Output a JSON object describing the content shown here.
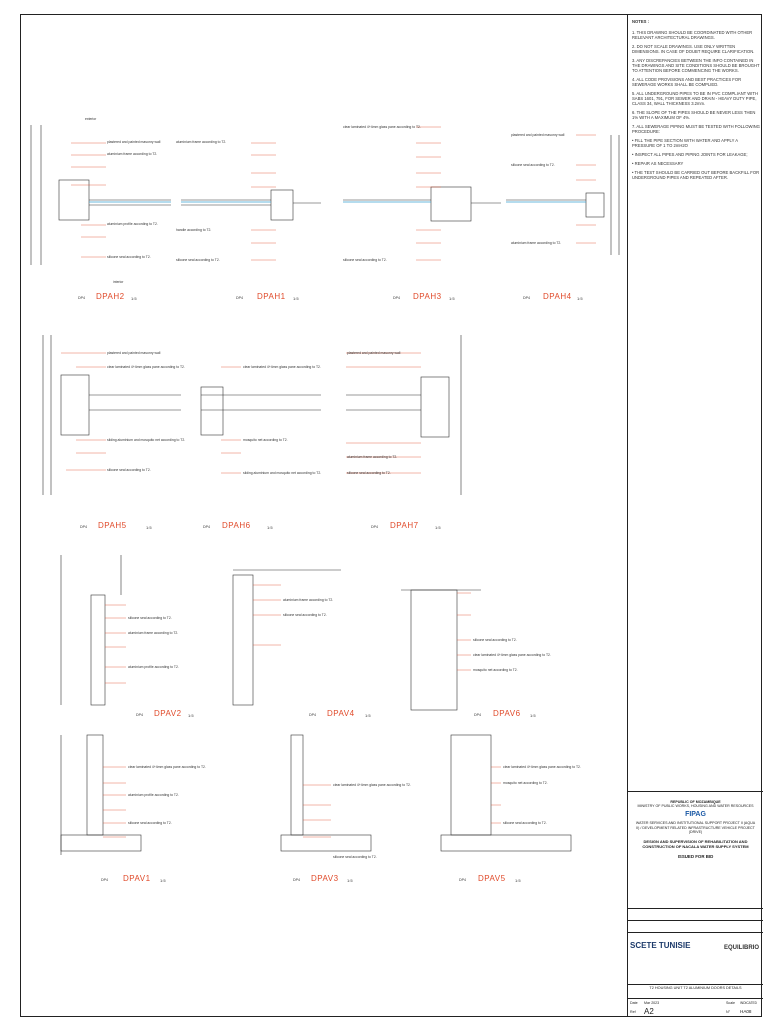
{
  "notes": {
    "title": "NOTES :",
    "items": [
      "1. THIS DRAWING SHOULD BE COORDINATED WITH OTHER RELEVANT ARCHITECTURAL DRAWINGS.",
      "2. DO NOT SCALE DRAWINGS. USE ONLY WRITTEN DIMENSIONS. IN CASE OF DOUBT REQUIRE CLARIFICATION.",
      "3. ANY DISCREPANCIES BETWEEN THE INFO CONTAINED IN THE DRAWINGS AND SITE CONDITIONS SHOULD BE BROUGHT TO ATTENTION BEFORE COMMENCING THE WORKS.",
      "4. ALL CODE PROVISIONS AND BEST PRACTICES FOR SEWERAGE WORKS SHALL BE COMPLIED.",
      "5. ALL UNDERGROUND PIPES TO BE IN PVC COMPLIANT WITH SABS 1601, 791, FOR SEWER AND DRAIN - HEAVY DUTY PIPE, CLASS 34, WALL THICKNESS 3.2mm.",
      "6. THE SLOPE OF THE PIPES SHOULD BE NEVER LESS THEN 1% WITH A MAXIMUM OF 4%.",
      "7. ALL SEWERAGE PIPING MUST BE TESTED WITH FOLLOWING PROCEDURE:",
      "• FILL THE PIPE SECTION WITH WATER AND APPLY A PRESSURE OF 1 TO 2mH2O",
      "• INSPECT ALL PIPES AND PIPING JOINTS FOR LEAKAGE;",
      "• REPAIR AS NECESSARY",
      "• THE TEST SHOULD BE CARRIED OUT BEFORE BACKFILL FOR UNDERGROUND PIPES AND REPEATED AFTER."
    ]
  },
  "title_block": {
    "republic": "REPUBLIC OF MOZAMBIQUE",
    "ministry": "MINISTRY OF PUBLIC WORKS, HOUSING AND WATER RESOURCES",
    "logo": "FIPAG",
    "program": "WATER SERVICES AND INSTITUTIONAL SUPPORT PROJECT II (AQUA II) / DEVELOPMENT RELATED INFRASTRUCTURE VEHICLE PROJECT (DRIVE)",
    "project_title": "DESIGN AND SUPERVISION OF REHABILITATION AND CONSTRUCTION OF NACALA WATER SUPPLY SYSTEM",
    "issue": "ISSUED FOR BID",
    "firm1": "SCETE TUNISIE",
    "firm2": "EQUILIBRIO",
    "sheet_title": "T2 HOUSING UNIT T2 ALUMINIUM DOORS DETAILS",
    "date_label": "Date",
    "date": "Mar 2023",
    "scale_label": "Scale",
    "scale": "INDICATED",
    "ref_label": "Ref",
    "size": "A2",
    "no_label": "N°",
    "number": "HA08"
  },
  "details": {
    "dpah2": "DPAH2",
    "dpah1": "DPAH1",
    "dpah3": "DPAH3",
    "dpah4": "DPAH4",
    "dpah5": "DPAH5",
    "dpah6": "DPAH6",
    "dpah7": "DPAH7",
    "dpav2": "DPAV2",
    "dpav4": "DPAV4",
    "dpav6": "DPAV6",
    "dpav1": "DPAV1",
    "dpav3": "DPAV3",
    "dpav5": "DPAV5",
    "prefix": "DP4",
    "scale": "1:5",
    "interior": "interior",
    "exterior": "exterior",
    "wall": "plastered and painted masonry wall",
    "frame": "aluminium frame according to T2.",
    "glass": "clear laminated 4+4mm glass pane according to T2.",
    "silicone": "silicone seal according to T2.",
    "profile": "aluminium profile according to T2.",
    "handle": "handle according to T2.",
    "mosquito": "mosquito net according to T2.",
    "sliding": "sliding aluminium and mosquito net according to T2."
  }
}
